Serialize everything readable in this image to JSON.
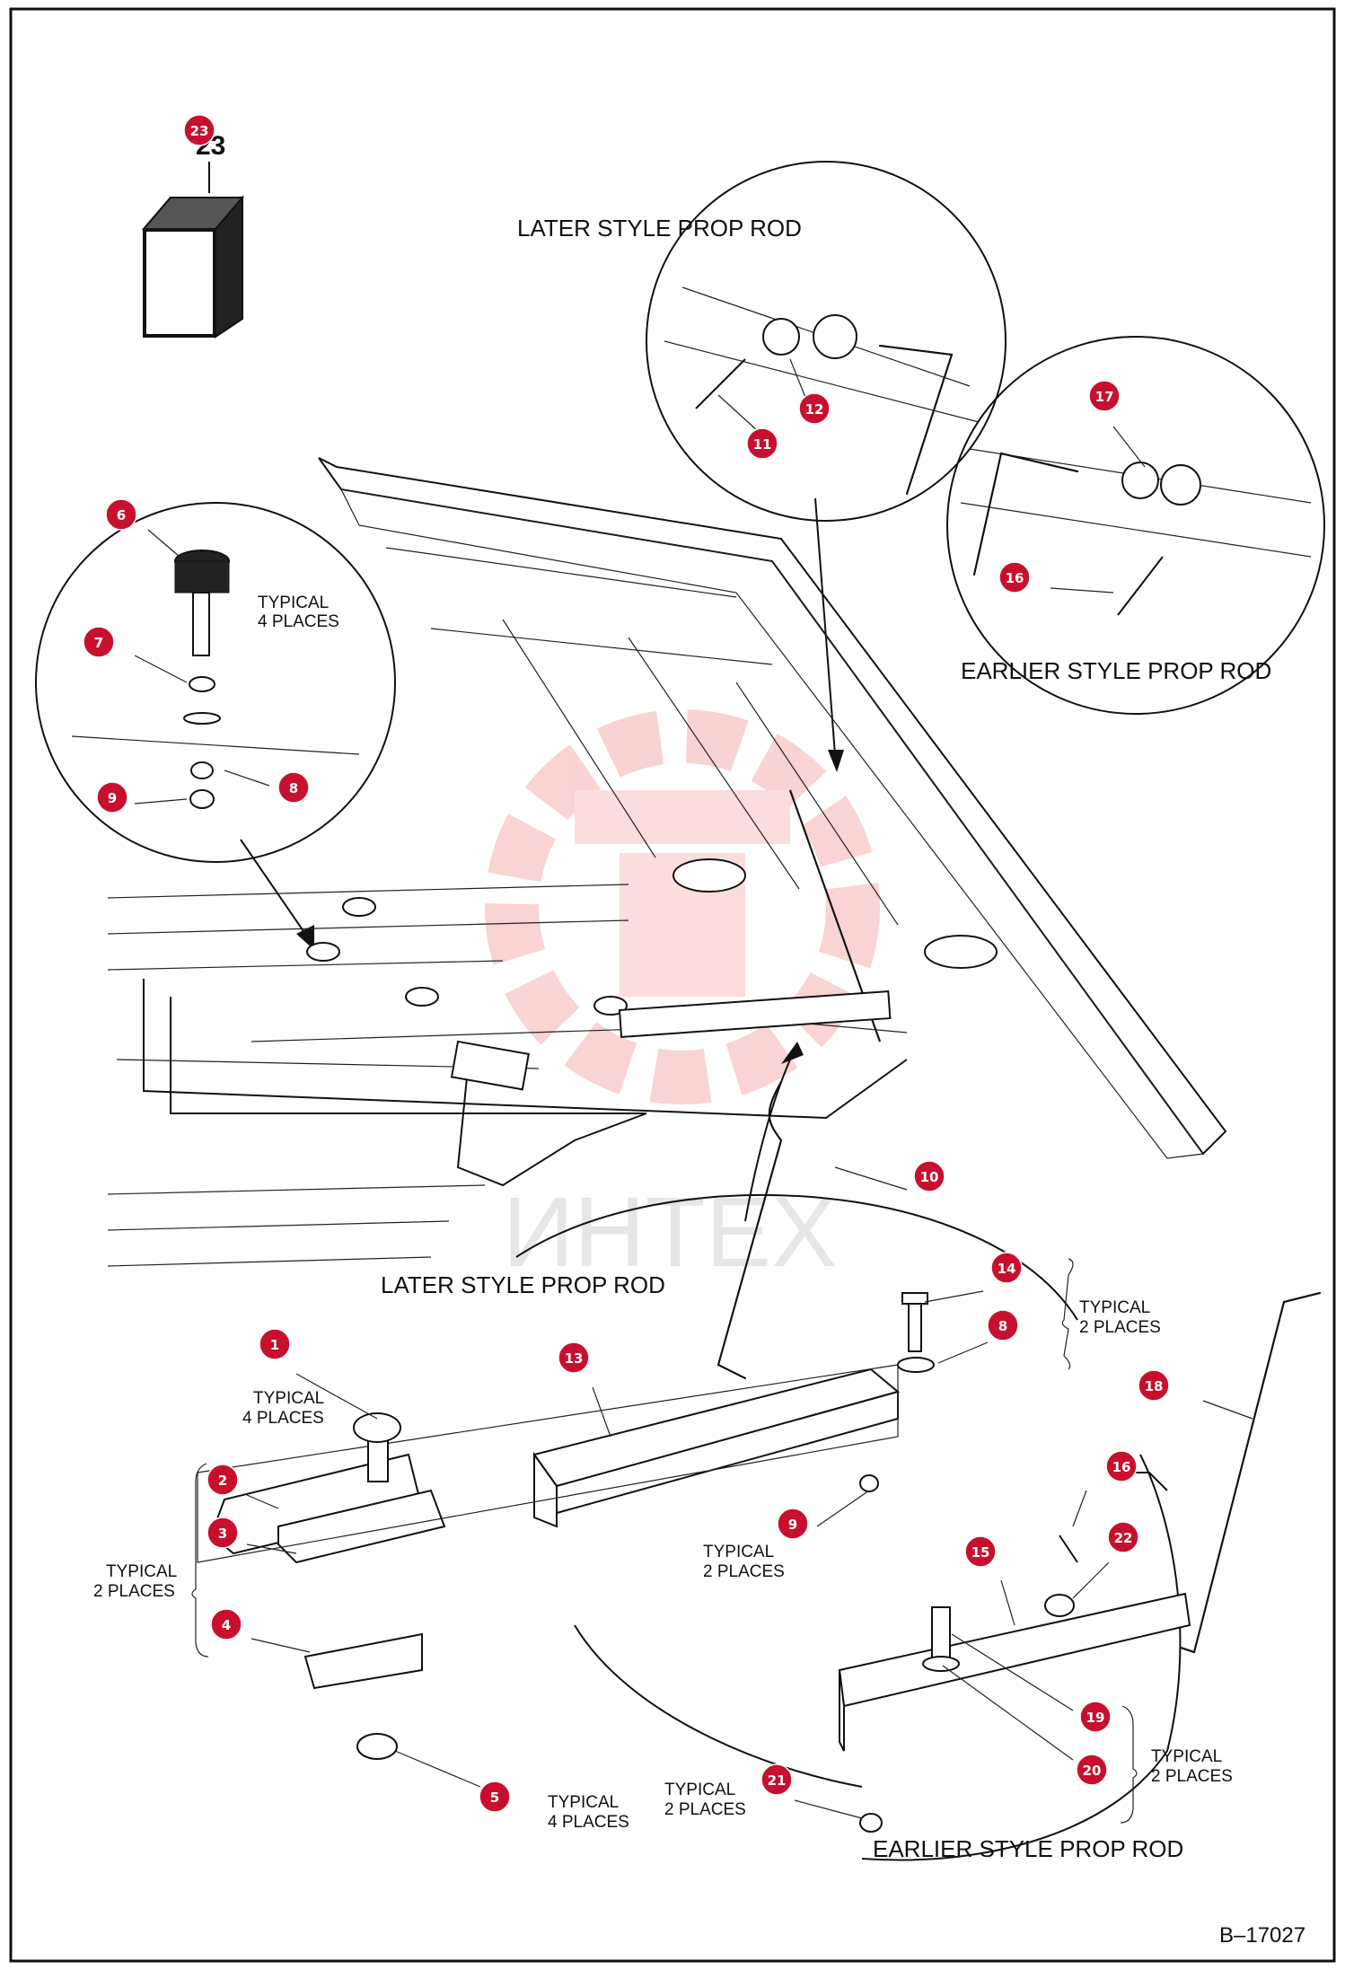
{
  "texts": {
    "later_style_top": "LATER STYLE PROP ROD",
    "earlier_style_top": "EARLIER STYLE PROP ROD",
    "later_style_bottom": "LATER STYLE PROP ROD",
    "earlier_style_bottom": "EARLIER STYLE PROP ROD",
    "typical_4_places": "TYPICAL",
    "four_places": "4 PLACES",
    "typical_2": "TYPICAL",
    "two_places": "2 PLACES",
    "figure_id": "B–17027",
    "watermark": "ИНТЕХ"
  },
  "callouts": {
    "c1": "1",
    "c2": "2",
    "c3": "3",
    "c4": "4",
    "c5": "5",
    "c6": "6",
    "c7": "7",
    "c8": "8",
    "c8b": "8",
    "c9": "9",
    "c9b": "9",
    "c10": "10",
    "c11": "11",
    "c12": "12",
    "c13": "13",
    "c14": "14",
    "c15": "15",
    "c16": "16",
    "c16b": "16",
    "c17": "17",
    "c18": "18",
    "c19": "19",
    "c20": "20",
    "c21": "21",
    "c22": "22",
    "c23": "23"
  },
  "colors": {
    "badge": "#c8102e",
    "watermark": "#f2b8b8",
    "line": "#111111"
  }
}
